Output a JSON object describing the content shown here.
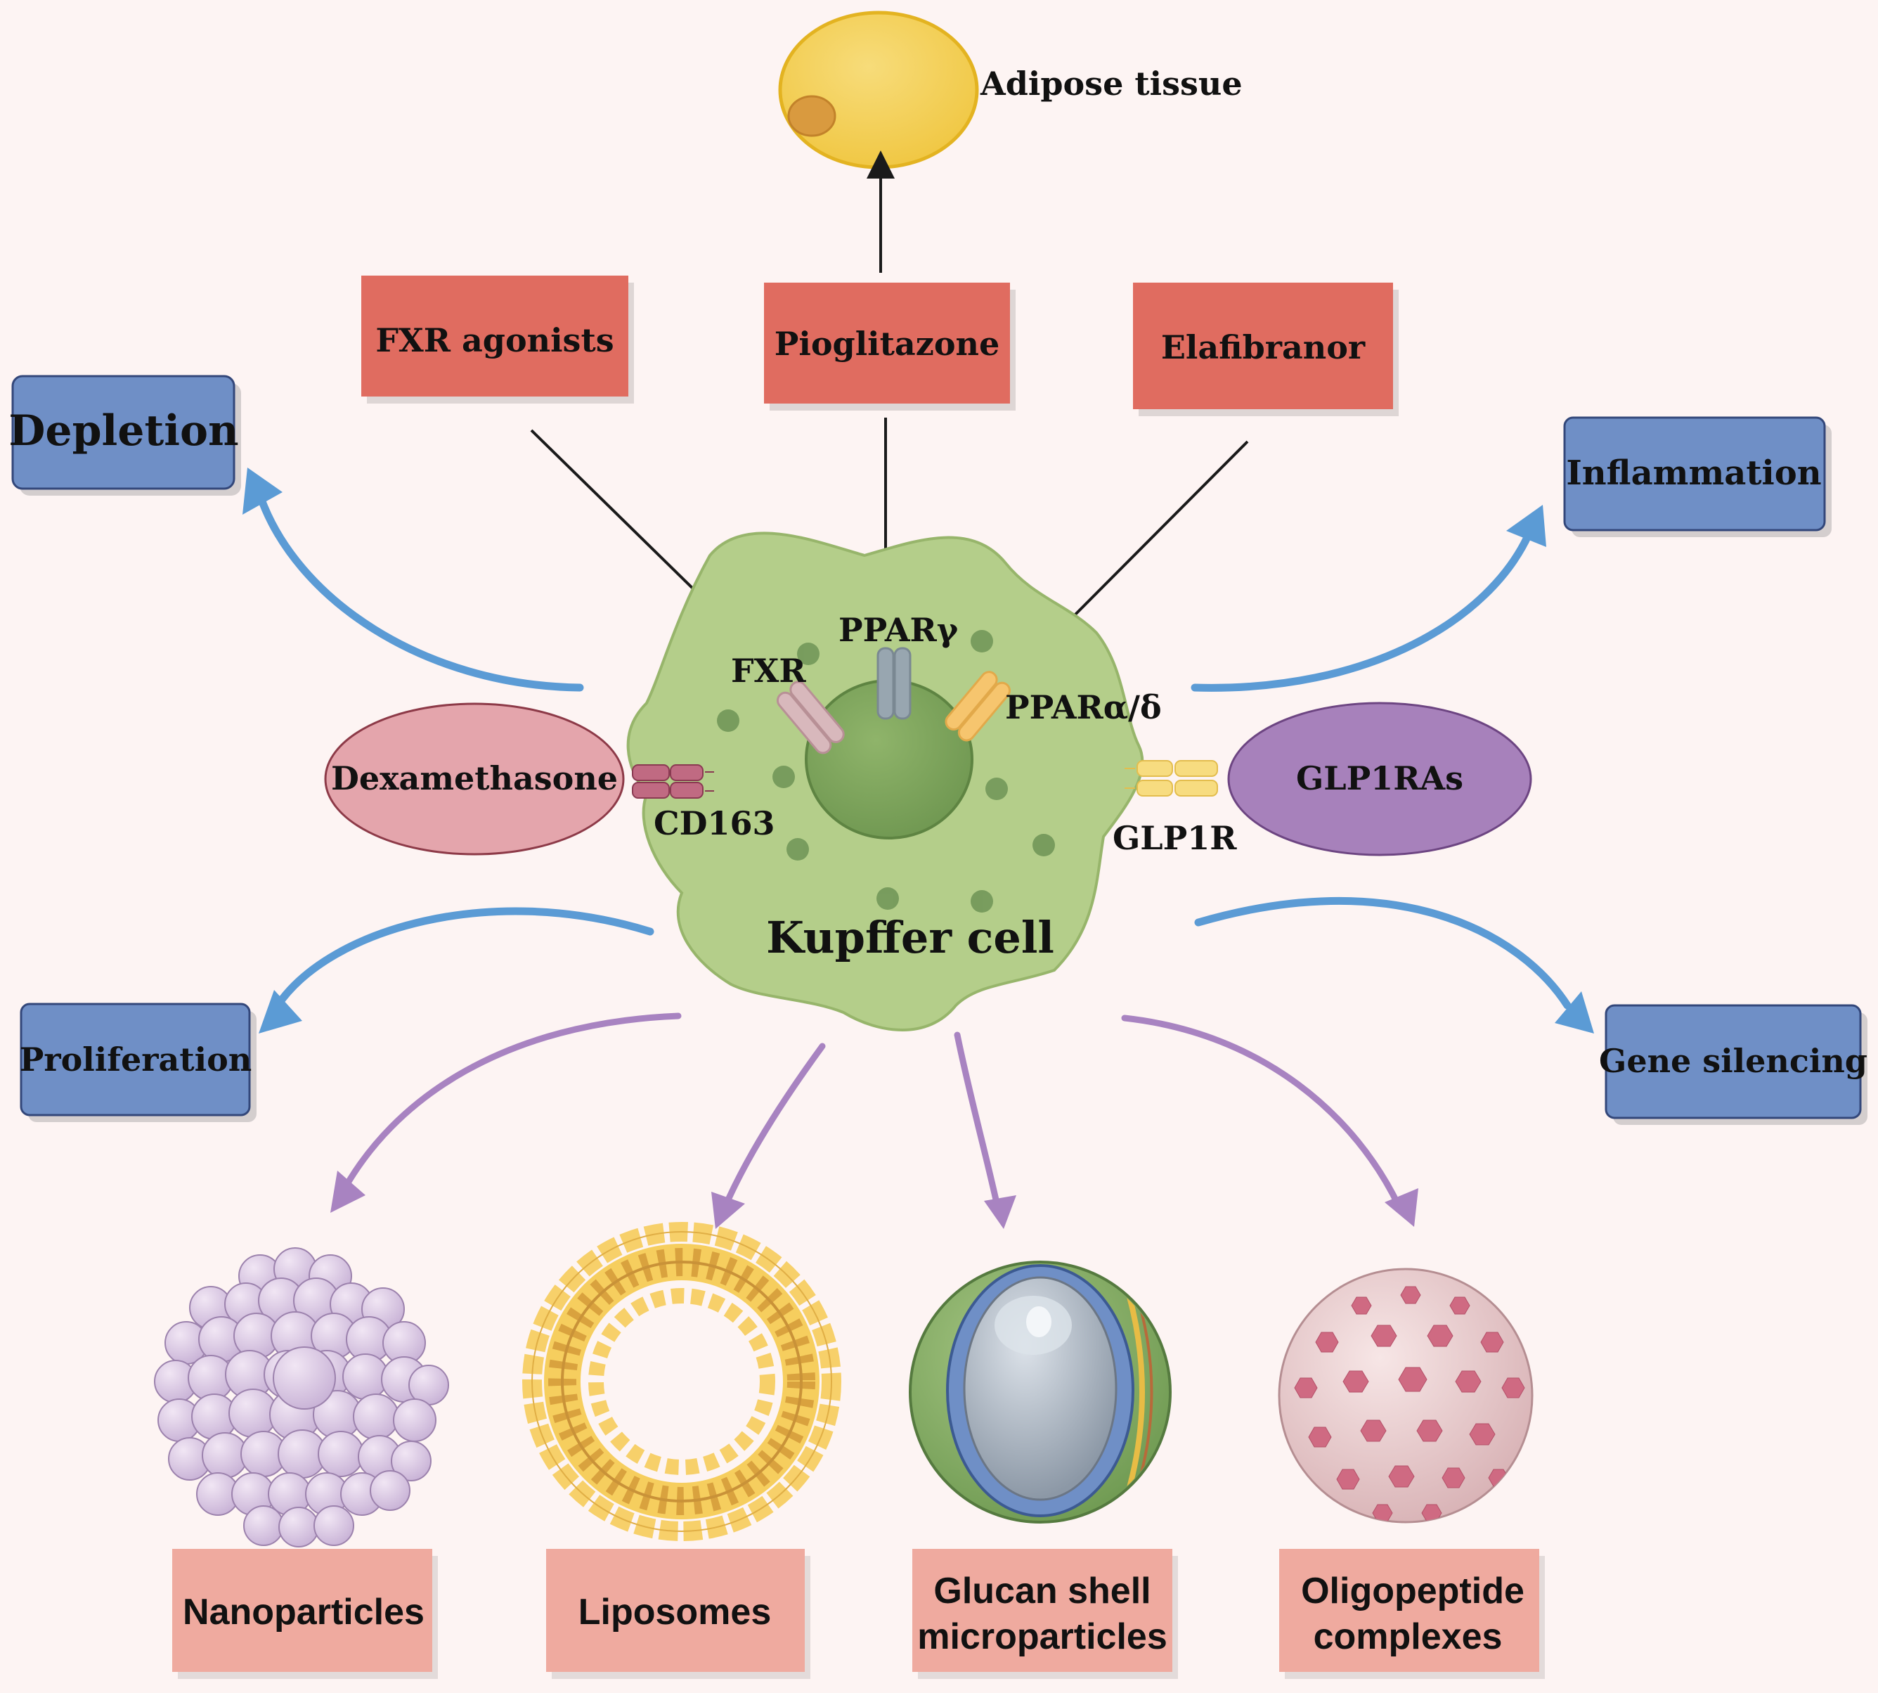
{
  "labels": {
    "adipose": "Adipose tissue",
    "kupffer": "Kupffer cell",
    "fxr": "FXR",
    "ppar_gamma": "PPARγ",
    "ppar_alpha_delta": "PPARα/δ",
    "cd163": "CD163",
    "glp1r": "GLP1R"
  },
  "drugs": {
    "fxr_agonists": "FXR agonists",
    "pioglitazone": "Pioglitazone",
    "elafibranor": "Elafibranor",
    "dexamethasone": "Dexamethasone",
    "glp1ras": "GLP1RAs"
  },
  "effects": {
    "depletion": "Depletion",
    "inflammation": "Inflammation",
    "proliferation": "Proliferation",
    "gene_silencing": "Gene silencing"
  },
  "carriers": {
    "nanoparticles": "Nanoparticles",
    "liposomes": "Liposomes",
    "glucan_line1": "Glucan shell",
    "glucan_line2": "microparticles",
    "oligo_line1": "Oligopeptide",
    "oligo_line2": "complexes"
  },
  "colors": {
    "background": "#fdf4f3",
    "drug_box": "#e06c60",
    "effect_box": "#6f8fc6",
    "carrier_box": "#efaa9f",
    "cell": "#b4ce8a",
    "blue_arrow": "#5b9bd5",
    "purple_arrow": "#a883c1"
  }
}
